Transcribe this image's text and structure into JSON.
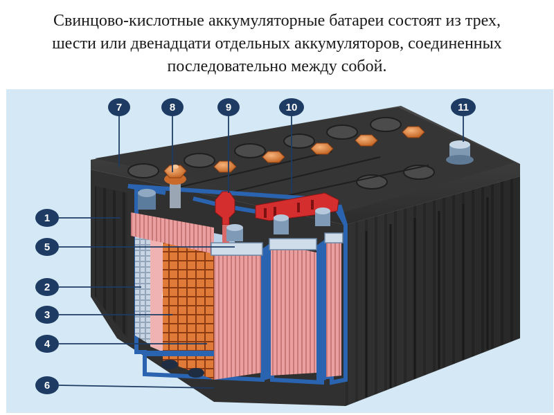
{
  "title": {
    "lines": [
      "Свинцово-кислотные аккумуляторные батареи состоят из трех,",
      "шести или двенадцати отдельных аккумуляторов, соединенных",
      "последовательно между собой."
    ]
  },
  "labels": {
    "l1": "1",
    "l2": "2",
    "l3": "3",
    "l4": "4",
    "l5": "5",
    "l6": "6",
    "l7": "7",
    "l8": "8",
    "l9": "9",
    "l10": "10",
    "l11": "11"
  },
  "colors": {
    "badge": "#1d3b63",
    "background": "#d4e8f5",
    "case": "#2e2e2e",
    "lid": "#3a3a3a",
    "section_blue": "#2a64b0",
    "plate_red": "#e79a9a",
    "grid_orange": "#d56a2e",
    "separator": "#b7c6d8",
    "terminal_orange": "#e58a40",
    "connector_red": "#d42e2e"
  }
}
